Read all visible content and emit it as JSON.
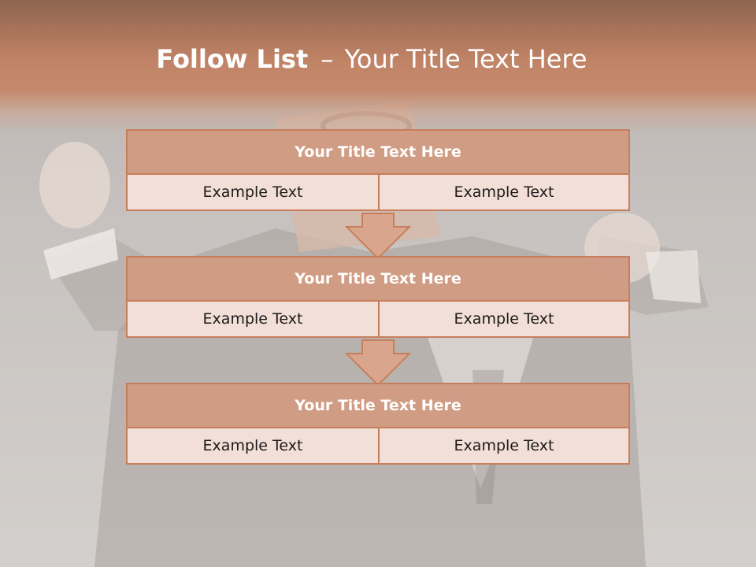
{
  "slide": {
    "title_bold": "Follow List",
    "title_separator": "–",
    "title_rest": "Your Title Text Here"
  },
  "rows": [
    {
      "header": "Your Title Text Here",
      "left": "Example Text",
      "right": "Example Text"
    },
    {
      "header": "Your Title Text Here",
      "left": "Example Text",
      "right": "Example Text"
    },
    {
      "header": "Your Title Text Here",
      "left": "Example Text",
      "right": "Example Text"
    }
  ],
  "colors": {
    "accent": "#c77e5c",
    "header_fill": "#ce977e",
    "cell_fill": "#f2dfd8",
    "title_band": "#c08366",
    "title_text": "#ffffff"
  },
  "icons": [
    "down-arrow-icon",
    "down-arrow-icon"
  ]
}
